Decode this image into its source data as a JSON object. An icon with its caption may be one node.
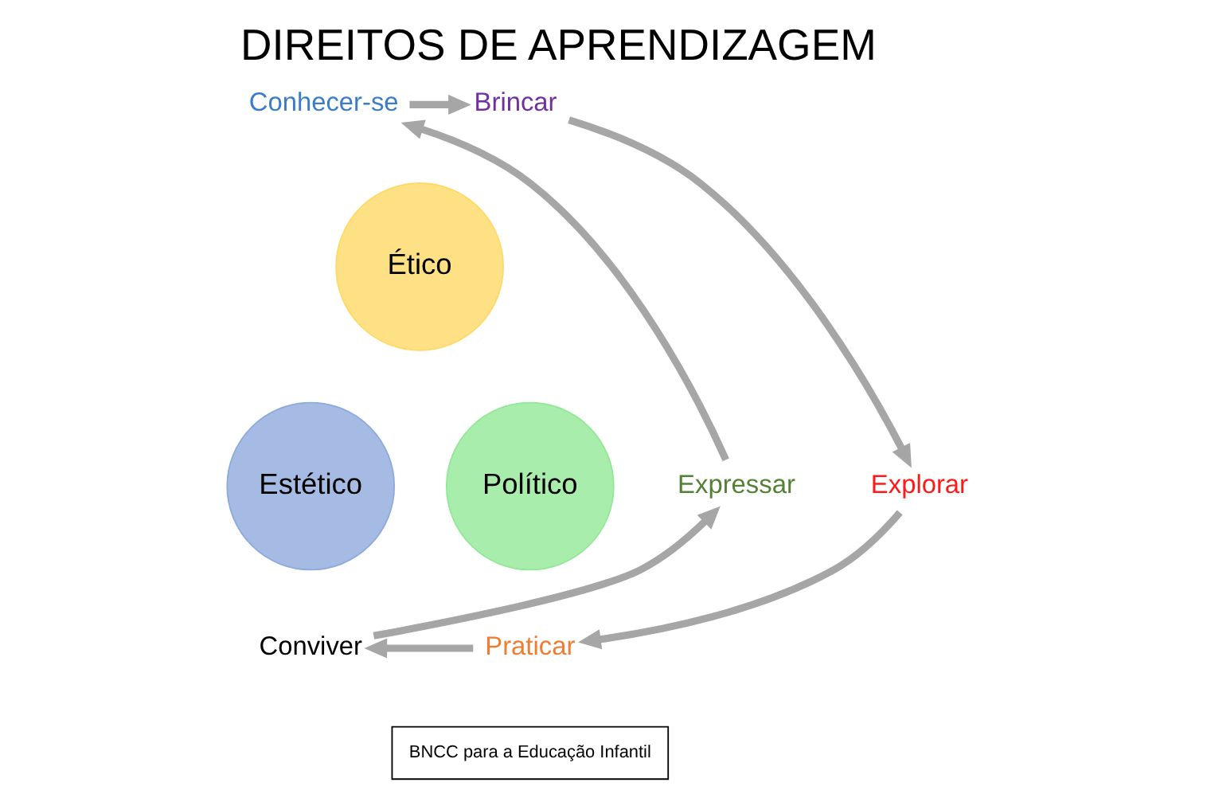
{
  "diagram": {
    "title": "DIREITOS DE APRENDIZAGEM",
    "nodes": [
      {
        "text": [
          "Conhecer-se"
        ]
      },
      {
        "text": [
          "Brincar"
        ]
      },
      {
        "text": [
          "Explorar"
        ]
      },
      {
        "text": [
          "Praticar"
        ]
      },
      {
        "text": [
          "Conviver"
        ]
      },
      {
        "text": [
          "Expressar"
        ]
      },
      {
        "text": [
          "Ético"
        ]
      },
      {
        "text": [
          "Estético"
        ]
      },
      {
        "text": [
          "Político"
        ]
      },
      {
        "text": [
          "BNCC para a Educação Infantil"
        ]
      }
    ],
    "edges": [
      {
        "from": 0,
        "to": 1,
        "arrow": "to"
      },
      {
        "from": 1,
        "to": 2,
        "arrow": "to"
      },
      {
        "from": 2,
        "to": 3,
        "arrow": "to"
      },
      {
        "from": 3,
        "to": 4,
        "arrow": "to"
      },
      {
        "from": 4,
        "to": 5,
        "arrow": "to"
      },
      {
        "from": 5,
        "to": 0,
        "arrow": "to"
      }
    ]
  }
}
